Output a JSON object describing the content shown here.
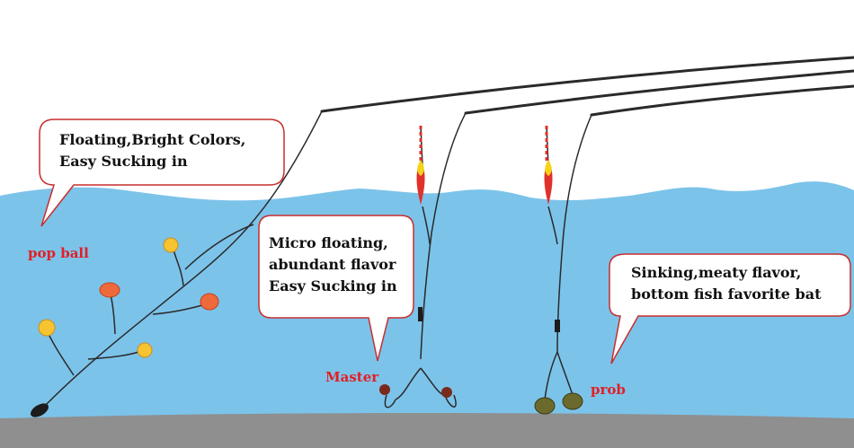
{
  "bubbles": {
    "pop": {
      "line1": "Floating,Bright Colors,",
      "line2": "Easy Sucking in"
    },
    "micro": {
      "line1": "Micro floating,",
      "line2": "abundant flavor",
      "line3": "Easy Sucking in"
    },
    "sinking": {
      "line1": "Sinking,meaty flavor,",
      "line2": "bottom fish favorite bat"
    }
  },
  "labels": {
    "pop_ball": "pop ball",
    "master": "Master",
    "prob": "prob"
  },
  "colors": {
    "water": "#7cc3ea",
    "ground": "#8f8f8f",
    "label_red": "#e31e24",
    "line": "#2a2a2a",
    "float_red": "#e0312b",
    "float_yellow": "#f5d316",
    "bait_yellow": "#f6c431",
    "bait_orange": "#ef6a3a",
    "bait_brown": "#7a2a1c",
    "bait_olive": "#6b6a2c"
  },
  "icons": [
    "float-icon",
    "bait-ball-icon",
    "sinker-icon",
    "hook-icon",
    "rod-icon"
  ]
}
